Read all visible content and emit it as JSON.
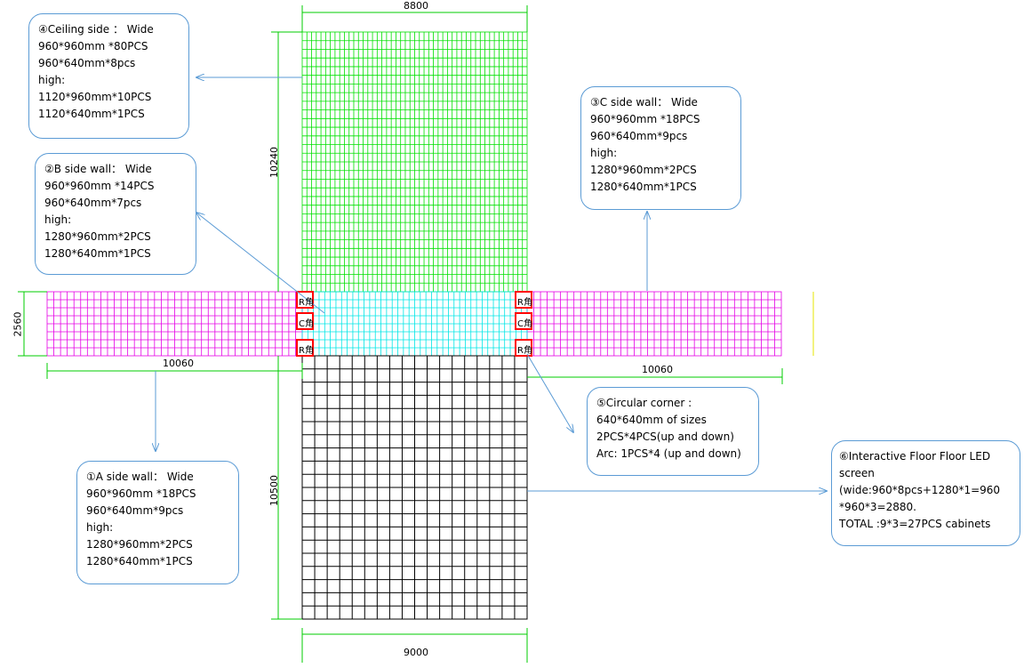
{
  "dimensions": {
    "top_width": "8800",
    "ceiling_height": "10240",
    "wall_height": "2560",
    "left_width": "10060",
    "right_width": "10060",
    "floor_height": "10500",
    "floor_width": "9000"
  },
  "corner_labels": {
    "r_corner": "R角",
    "c_corner": "C角"
  },
  "callouts": {
    "ceiling": {
      "title": "④Ceiling side ： Wide",
      "lines": [
        "960*960mm *80PCS",
        "960*640mm*8pcs",
        "high:",
        "1120*960mm*10PCS",
        "1120*640mm*1PCS"
      ]
    },
    "b_wall": {
      "title": "②B side wall： Wide",
      "lines": [
        "960*960mm *14PCS",
        "960*640mm*7pcs",
        "high:",
        "1280*960mm*2PCS",
        "1280*640mm*1PCS"
      ]
    },
    "c_wall": {
      "title": "③C side wall： Wide",
      "lines": [
        "960*960mm *18PCS",
        "960*640mm*9pcs",
        "high:",
        "1280*960mm*2PCS",
        "1280*640mm*1PCS"
      ]
    },
    "a_wall": {
      "title": "①A side wall： Wide",
      "lines": [
        "960*960mm *18PCS",
        "960*640mm*9pcs",
        "high:",
        "1280*960mm*2PCS",
        "1280*640mm*1PCS"
      ]
    },
    "corner": {
      "title": "⑤Circular corner :",
      "lines": [
        "640*640mm of sizes",
        "2PCS*4PCS(up and down)",
        "Arc: 1PCS*4 (up and down)"
      ]
    },
    "floor": {
      "title": "⑥Interactive Floor  Floor LED screen",
      "lines": [
        "(wide:960*8pcs+1280*1=960 *960*3=2880.",
        "TOTAL :9*3=27PCS cabinets"
      ]
    }
  },
  "colors": {
    "ceiling": "#00e000",
    "walls": "#e600e6",
    "center": "#00e6e6",
    "floor": "#000000",
    "dimension_line": "#00cc00",
    "callout_border": "#5b9bd5",
    "arrow": "#5b9bd5",
    "corner_border": "#ff0000",
    "right_marker": "#e6e600"
  }
}
